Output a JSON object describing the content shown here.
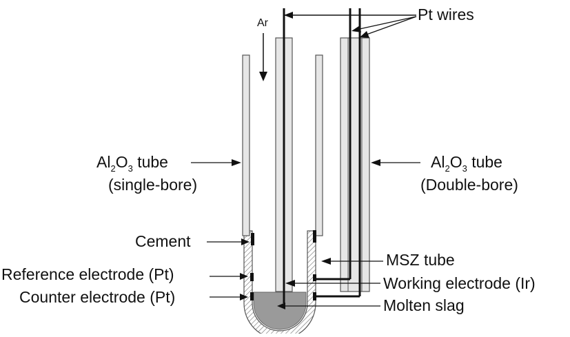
{
  "labels": {
    "ar": "Ar",
    "pt_wires": "Pt wires",
    "al2o3_single_l1_a": "Al",
    "al2o3_single_l1_s1": "2",
    "al2o3_single_l1_b": "O",
    "al2o3_single_l1_s2": "3",
    "al2o3_single_l1_c": " tube",
    "al2o3_single_l2": "(single-bore)",
    "al2o3_double_l1_a": "Al",
    "al2o3_double_l1_s1": "2",
    "al2o3_double_l1_b": "O",
    "al2o3_double_l1_s2": "3",
    "al2o3_double_l1_c": " tube",
    "al2o3_double_l2": "(Double-bore)",
    "cement": "Cement",
    "reference_electrode": "Reference electrode (Pt)",
    "counter_electrode": "Counter electrode (Pt)",
    "msz_tube": "MSZ tube",
    "working_electrode": "Working electrode (Ir)",
    "molten_slag": "Molten slag"
  },
  "colors": {
    "line": "#111111",
    "tube_fill": "#e6e6e6",
    "tube_stroke": "#555555",
    "slag": "#9a9a9a",
    "hatch": "#777777"
  }
}
